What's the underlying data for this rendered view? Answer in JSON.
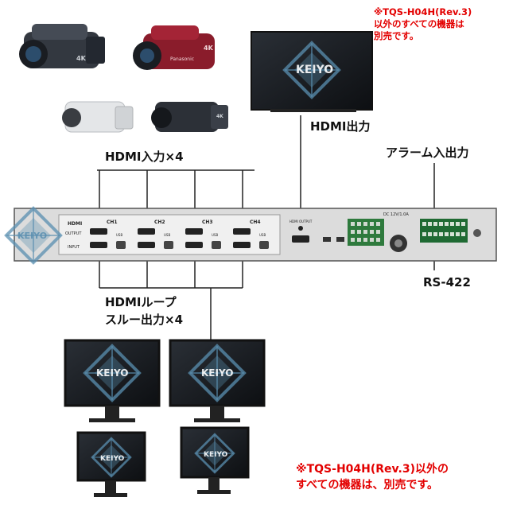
{
  "labels": {
    "hdmi_input": "HDMI入力×4",
    "hdmi_output": "HDMI出力",
    "alarm_io": "アラーム入出力",
    "rs422": "RS-422",
    "loop_line1": "HDMIループ",
    "loop_line2": "スルー出力×4"
  },
  "notes": {
    "top_line1": "※TQS-H04H(Rev.3)",
    "top_line2": "以外のすべての機器は",
    "top_line3": "別売です。",
    "bottom_line1": "※TQS-H04H(Rev.3)以外の",
    "bottom_line2": "すべての機器は、別売です。"
  },
  "device": {
    "hdmi_header": "HDMI",
    "output_label": "OUTPUT",
    "input_label": "INPUT",
    "ch1": "CH1",
    "ch2": "CH2",
    "ch3": "CH3",
    "ch4": "CH4",
    "usb": "USB",
    "hdmi_out_label": "HDMI OUTPUT",
    "dc_label": "DC 12V/1.0A"
  },
  "watermark": {
    "text": "KEIYO"
  },
  "cameras": {
    "cam1_badge": "4K",
    "cam2_badge": "4K",
    "cam2_brand": "Panasonic",
    "cam4_badge": "4K"
  },
  "colors": {
    "note_red": "#e30000",
    "device_gray": "#dcdcdc",
    "line": "#222222",
    "watermark": "#5a8fb0"
  }
}
